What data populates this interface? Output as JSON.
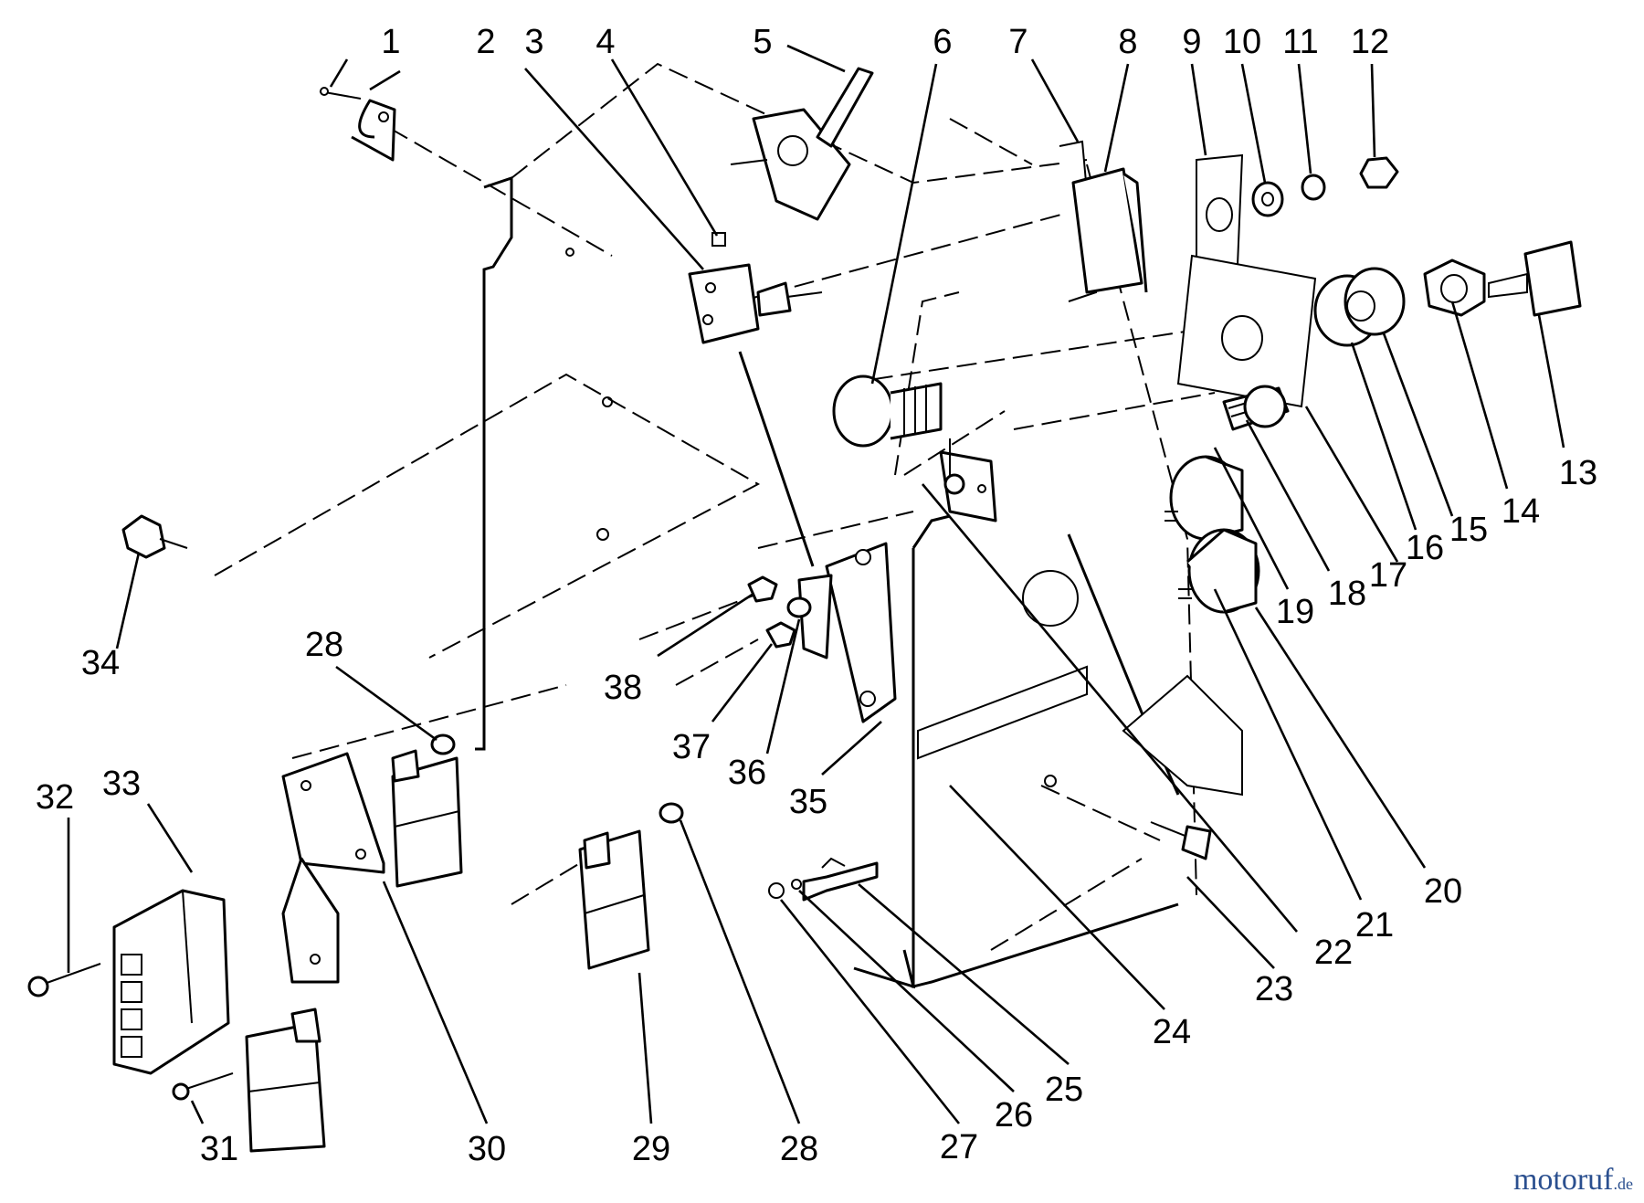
{
  "callouts": [
    "1",
    "2",
    "3",
    "4",
    "5",
    "6",
    "7",
    "8",
    "9",
    "10",
    "11",
    "12",
    "13",
    "14",
    "15",
    "16",
    "17",
    "18",
    "19",
    "20",
    "21",
    "22",
    "23",
    "24",
    "25",
    "26",
    "27",
    "28",
    "29",
    "30",
    "31",
    "32",
    "33",
    "34",
    "35",
    "36",
    "37",
    "38"
  ],
  "callout_28_second": "28",
  "watermark": {
    "brand": "motoruf",
    "tld": ".de"
  },
  "colors": {
    "ink": "#000000",
    "brand_blue": "#2a4f8f",
    "brand_orange": "#f08a1c"
  }
}
